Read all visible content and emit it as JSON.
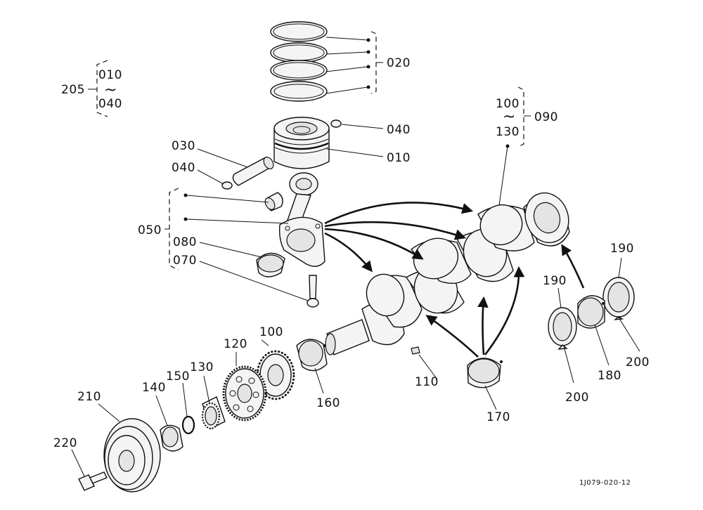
{
  "diagram": {
    "drawing_code": "1J079-020-12",
    "labels": {
      "p020": "020",
      "p040_top": "040",
      "p010": "010",
      "p030": "030",
      "p040_left": "040",
      "p050": "050",
      "p080": "080",
      "p070": "070",
      "g205": "205",
      "g205_from": "010",
      "g205_to": "040",
      "g205_tilde": "~",
      "g090": "090",
      "g090_from": "100",
      "g090_to": "130",
      "g090_tilde": "~",
      "p190_right": "190",
      "p190_left": "190",
      "p200_right": "200",
      "p200_left": "200",
      "p180": "180",
      "p170": "170",
      "p110": "110",
      "p160": "160",
      "p120": "120",
      "p100": "100",
      "p130": "130",
      "p150": "150",
      "p140": "140",
      "p210": "210",
      "p220": "220"
    }
  }
}
